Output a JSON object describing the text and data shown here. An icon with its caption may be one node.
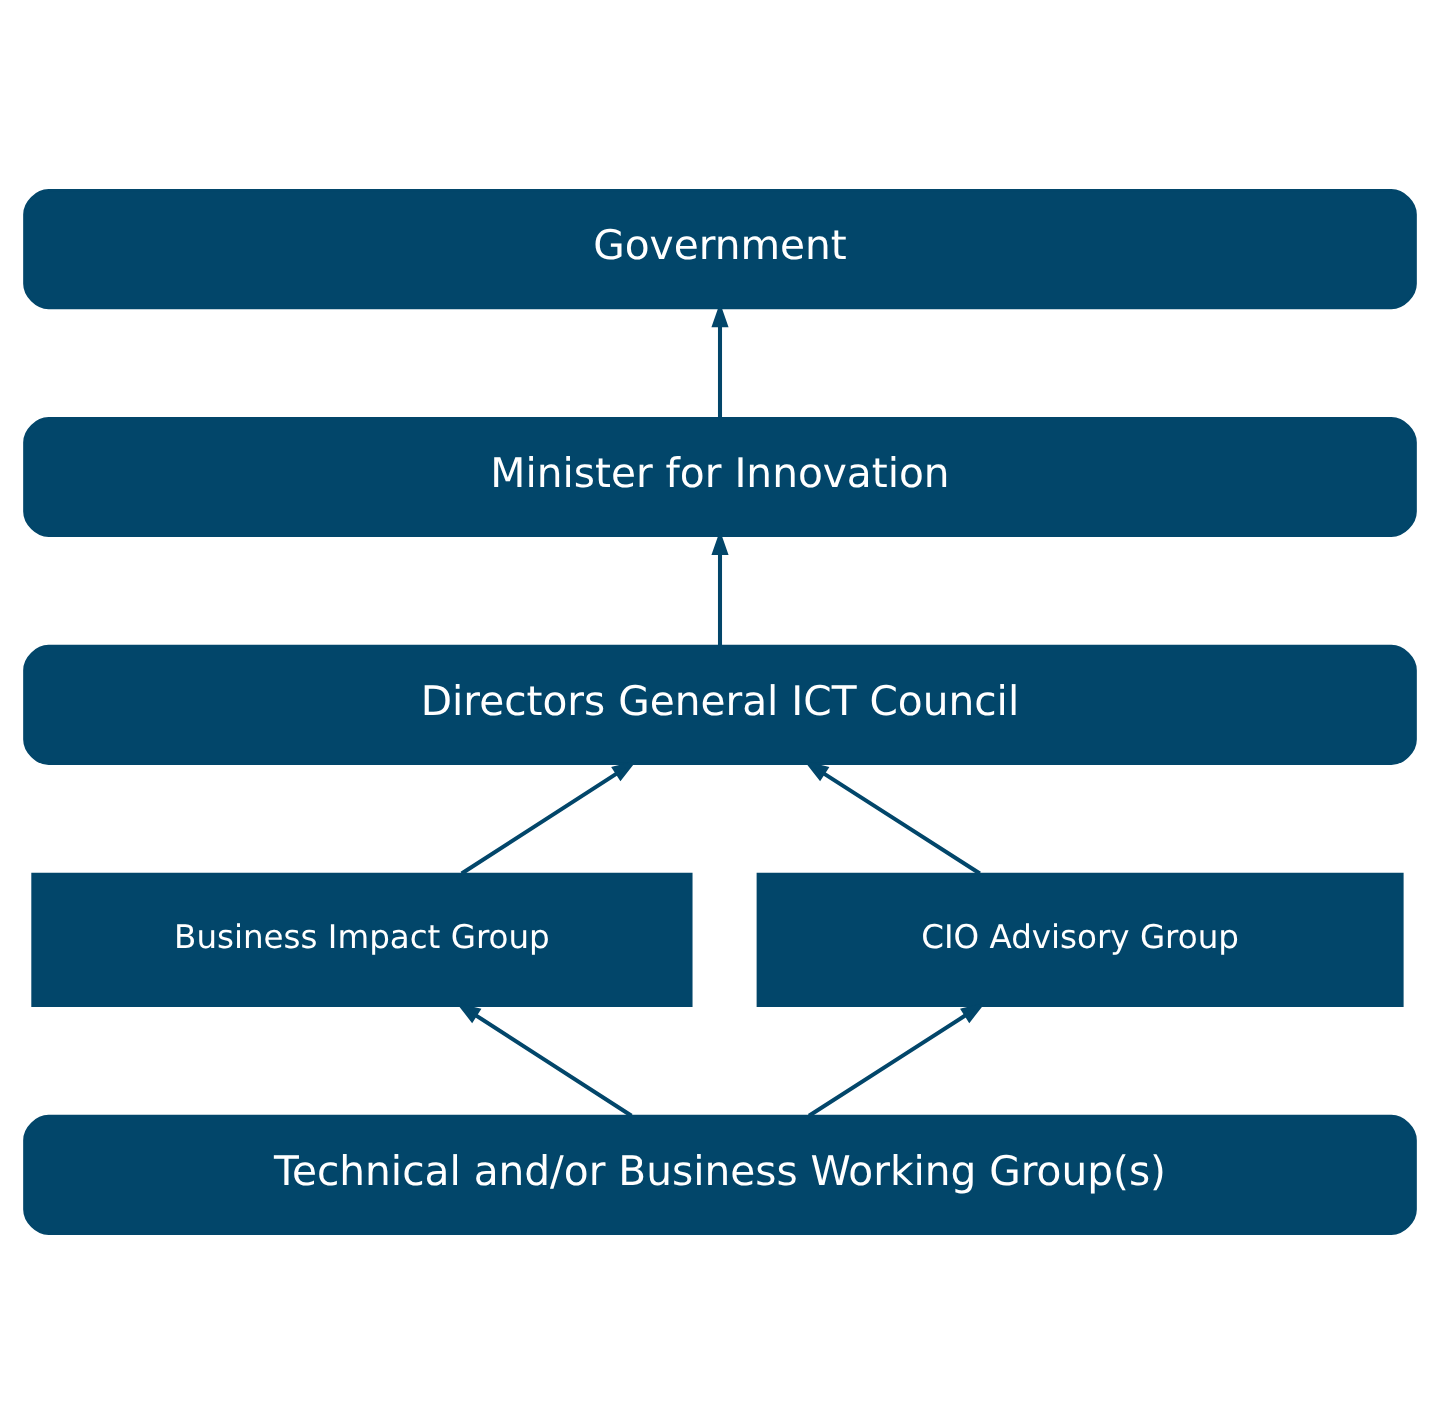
{
  "diagram": {
    "nodes": [
      {
        "text": [
          "Government"
        ]
      },
      {
        "text": [
          "Minister for Innovation"
        ]
      },
      {
        "text": [
          "Directors General ICT Council"
        ]
      },
      {
        "text": [
          "Business Impact Group"
        ]
      },
      {
        "text": [
          "CIO Advisory Group"
        ]
      },
      {
        "text": [
          "Technical and/or Business Working Group(s)"
        ]
      }
    ],
    "edges": [
      {
        "from": 1,
        "to": 0,
        "arrow": "to"
      },
      {
        "from": 2,
        "to": 1,
        "arrow": "to"
      },
      {
        "from": 3,
        "to": 2,
        "arrow": "to"
      },
      {
        "from": 4,
        "to": 2,
        "arrow": "to"
      },
      {
        "from": 5,
        "to": 3,
        "arrow": "to"
      },
      {
        "from": 5,
        "to": 4,
        "arrow": "to"
      }
    ]
  }
}
